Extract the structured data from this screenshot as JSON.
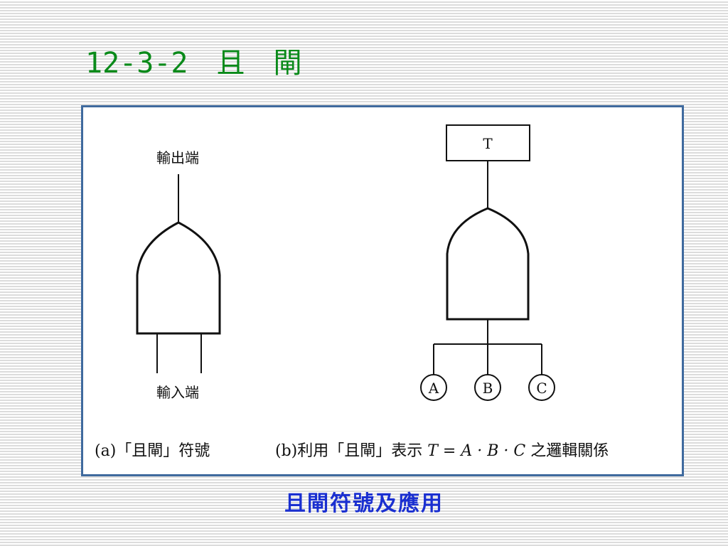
{
  "slide": {
    "title": "12-3-2　且　閘",
    "caption": "且閘符號及應用"
  },
  "figure_a": {
    "output_label": "輸出端",
    "input_label": "輸入端",
    "caption": "(a)「且閘」符號"
  },
  "figure_b": {
    "top_event": "T",
    "inputs": [
      "A",
      "B",
      "C"
    ],
    "caption_prefix": "(b)利用「且閘」表示 ",
    "caption_formula": "T = A · B · C",
    "caption_suffix": " 之邏輯關係"
  },
  "colors": {
    "title": "#0a8a1a",
    "caption": "#1a2fd0",
    "frame_border": "#3f6a9e"
  }
}
